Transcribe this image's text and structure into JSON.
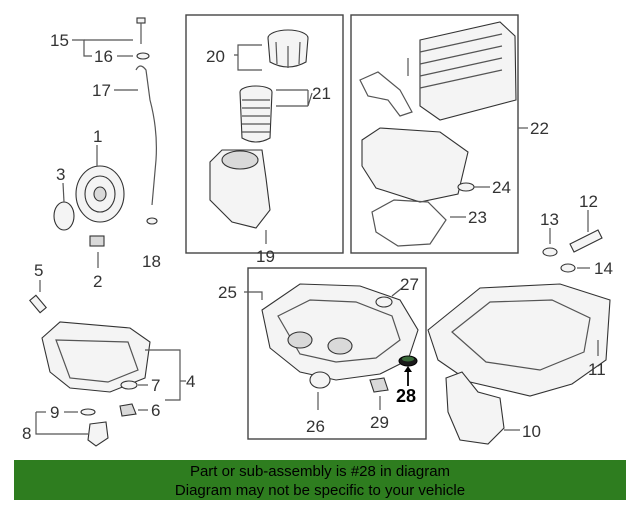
{
  "callouts": {
    "c1": "1",
    "c2": "2",
    "c3": "3",
    "c4": "4",
    "c5": "5",
    "c6": "6",
    "c7": "7",
    "c8": "8",
    "c9": "9",
    "c10": "10",
    "c11": "11",
    "c12": "12",
    "c13": "13",
    "c14": "14",
    "c15": "15",
    "c16": "16",
    "c17": "17",
    "c18": "18",
    "c19": "19",
    "c20": "20",
    "c21": "21",
    "c22": "22",
    "c23": "23",
    "c24": "24",
    "c25": "25",
    "c26": "26",
    "c27": "27",
    "c28": "28",
    "c29": "29"
  },
  "highlight_color": "#000000",
  "banner": {
    "line1": "Part or sub-assembly is #28 in diagram",
    "line2": "Diagram may not be specific to your vehicle",
    "background": "#2e7d1f"
  }
}
